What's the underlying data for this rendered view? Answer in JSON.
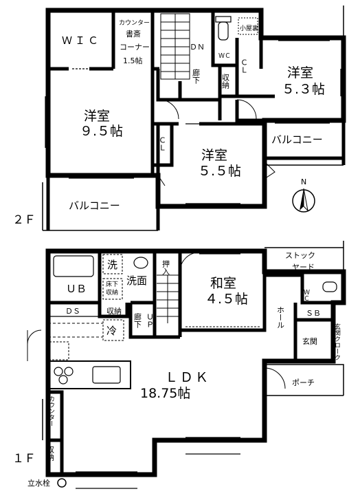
{
  "floor2": {
    "label": "２Ｆ",
    "wic": "ＷＩＣ",
    "study_1": "カウンター",
    "study_2": "書斎",
    "study_3": "コーナー",
    "study_4": "1.5帖",
    "dn": "ＤＮ",
    "wc": "ＷＣ",
    "attic": "小屋裏",
    "hall": "廊下",
    "storage": "収納",
    "cl1": "ＣＬ",
    "cl2": "ＣＬ",
    "room_a": {
      "name": "洋室",
      "size": "９.５帖"
    },
    "room_b": {
      "name": "洋室",
      "size": "５.３帖"
    },
    "room_c": {
      "name": "洋室",
      "size": "５.５帖"
    },
    "balcony_1": "バルコニー",
    "balcony_2": "バルコニー"
  },
  "floor1": {
    "label": "１Ｆ",
    "stock_1": "ストック",
    "stock_2": "ヤード",
    "washer": "洗",
    "washroom": "洗面",
    "closet": "押入",
    "washitsu": {
      "name": "和室",
      "size": "４.５帖"
    },
    "ub": "ＵＢ",
    "floor_storage_1": "床下",
    "floor_storage_2": "収納",
    "ds": "ＤＳ",
    "storage": "収納",
    "hall": "廊下",
    "up": "ＵＰ",
    "wc": "ＷＣ",
    "sb": "ＳＢ",
    "hall_long": "ホール",
    "fridge": "冷",
    "entrance": "玄関",
    "entrance_closet": "玄関クローク",
    "ldk": {
      "name": "ＬＤＫ",
      "size": "18.75帖"
    },
    "porch": "ポーチ",
    "counter": "カウンター",
    "storage_2": "収納",
    "hydrant": "立水栓"
  }
}
